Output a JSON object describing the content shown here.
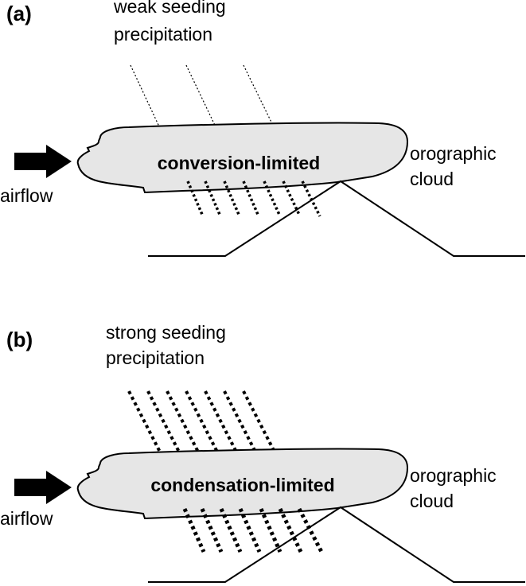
{
  "panels": [
    {
      "label": "(a)",
      "precipitation_label": [
        "weak seeding",
        "precipitation"
      ],
      "cloud_label": "conversion-limited",
      "side_label": [
        "orographic",
        "cloud"
      ],
      "airflow_label": "airflow",
      "seeding_strength": "weak"
    },
    {
      "label": "(b)",
      "precipitation_label": [
        "strong seeding",
        "precipitation"
      ],
      "cloud_label": "condensation-limited",
      "side_label": [
        "orographic",
        "cloud"
      ],
      "airflow_label": "airflow",
      "seeding_strength": "strong"
    }
  ],
  "colors": {
    "cloud_fill": "#e6e6e6",
    "stroke": "#000000"
  }
}
